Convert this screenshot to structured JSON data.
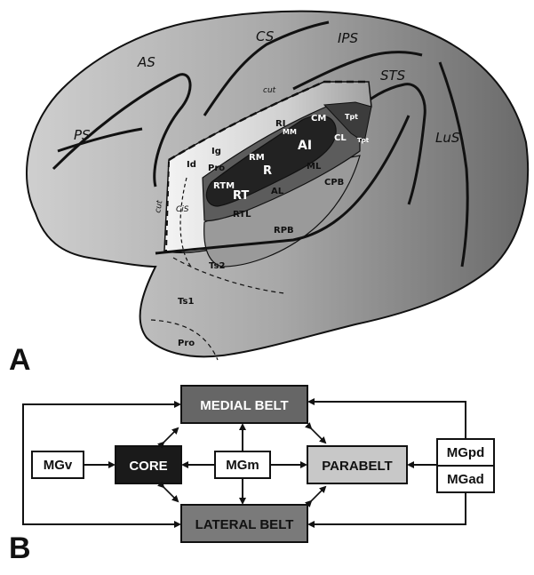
{
  "panel_a": {
    "letter": "A",
    "sulci": {
      "as": "AS",
      "ps": "PS",
      "cs": "CS",
      "ips": "IPS",
      "sts": "STS",
      "lus": "LuS",
      "cis": "CiS"
    },
    "cut_labels": {
      "top": "cut",
      "left": "cut"
    },
    "areas": {
      "id": "Id",
      "ig": "Ig",
      "pro_upper": "Pro",
      "ri": "RI",
      "mm": "MM",
      "cm": "CM",
      "tpt_upper": "Tpt",
      "tpt_lower": "Tpt",
      "cl": "CL",
      "ai": "AI",
      "rm": "RM",
      "r": "R",
      "rtm": "RTM",
      "rt": "RT",
      "ml": "ML",
      "al": "AL",
      "rtl": "RTL",
      "cpb": "CPB",
      "rpb": "RPB",
      "ts2": "Ts2",
      "ts1": "Ts1",
      "pro_lower": "Pro"
    }
  },
  "panel_b": {
    "letter": "B",
    "boxes": {
      "medial_belt": "MEDIAL BELT",
      "lateral_belt": "LATERAL BELT",
      "core": "CORE",
      "parabelt": "PARABELT",
      "mgv": "MGv",
      "mgm": "MGm",
      "mgpd": "MGpd",
      "mgad": "MGad"
    },
    "colors": {
      "medial_belt": "#666666",
      "lateral_belt": "#7a7a7a",
      "core": "#1a1a1a",
      "parabelt": "#c8c8c8",
      "white": "#ffffff"
    }
  }
}
